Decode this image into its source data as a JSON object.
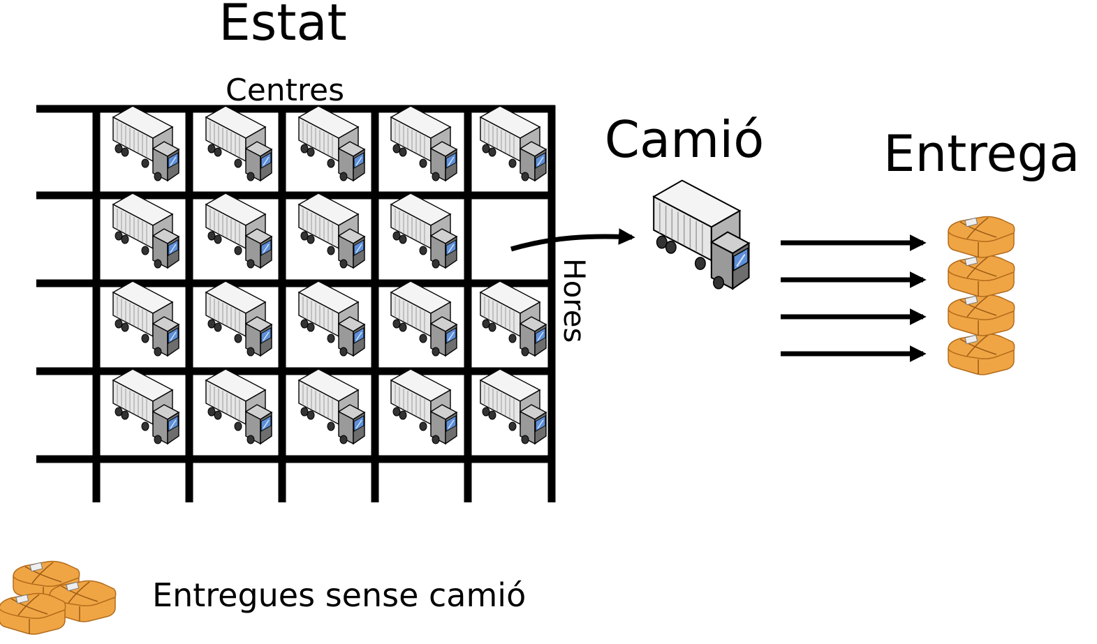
{
  "labels": {
    "state_title": "Estat",
    "columns_label": "Centres",
    "rows_label": "Hores",
    "truck_title": "Camió",
    "deliveries_title": "Entrega",
    "legend_text": "Entregues sense camió"
  },
  "grid": {
    "rows": [
      [
        true,
        true,
        true,
        true,
        true
      ],
      [
        true,
        true,
        true,
        true,
        false
      ],
      [
        true,
        true,
        true,
        true,
        true
      ],
      [
        true,
        true,
        true,
        true,
        true
      ]
    ]
  },
  "deliveries": {
    "count": 4
  },
  "colors": {
    "grid_line": "#000000",
    "truck_body": "#e6e6e6",
    "truck_cab": "#b3b3b3",
    "truck_window": "#5e8fd6",
    "package": "#f0a545",
    "package_dark": "#c97a22"
  },
  "icons": {
    "truck": "truck-icon",
    "package": "package-icon"
  }
}
